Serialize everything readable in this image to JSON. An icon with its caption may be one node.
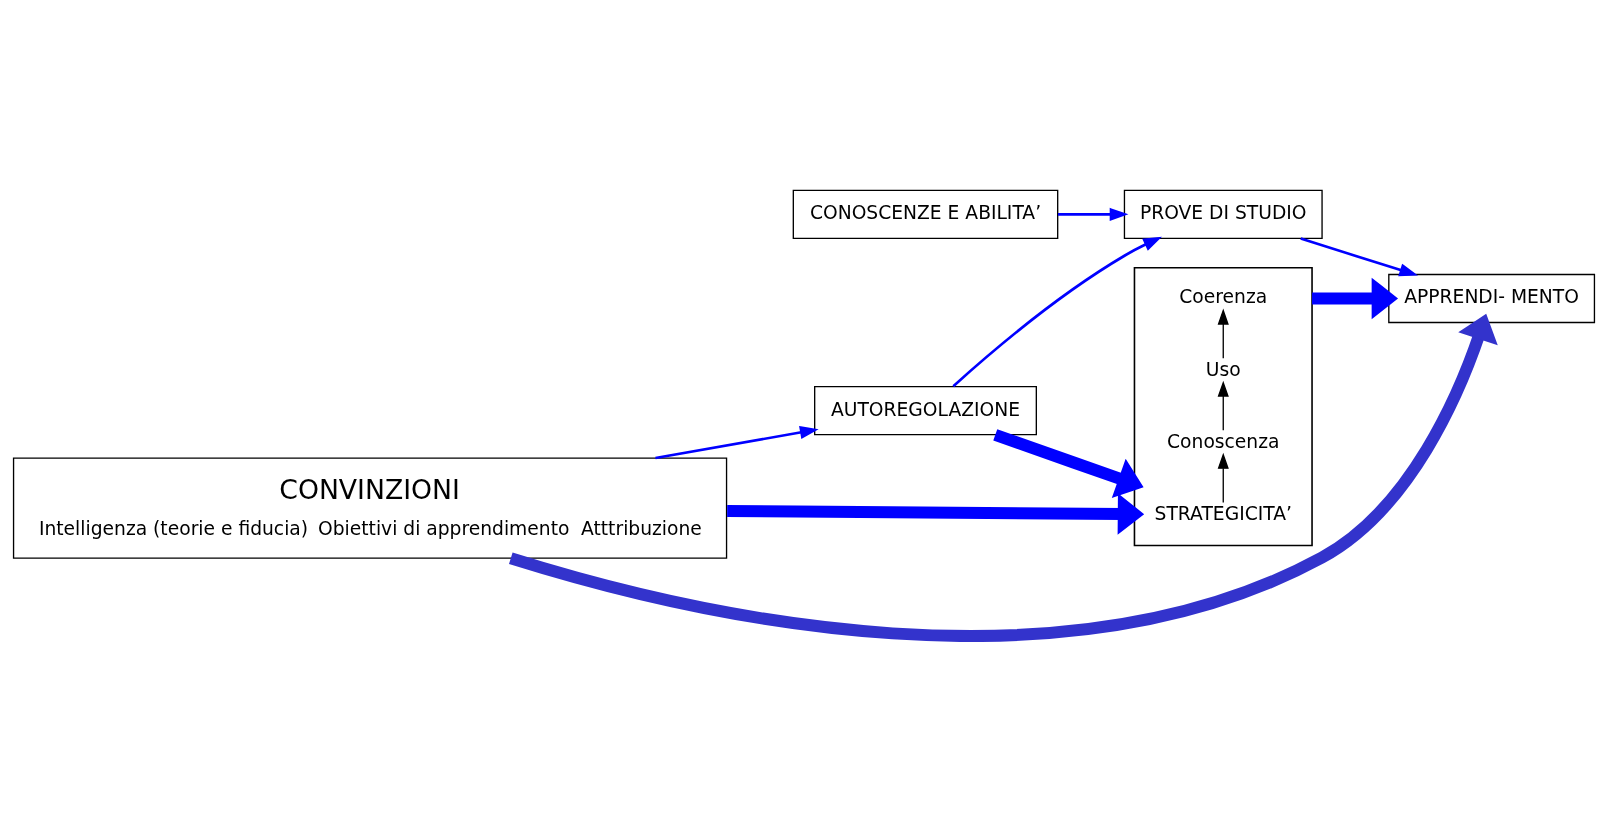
{
  "diagram": {
    "nodes": [
      {
        "text": [
          "CONVINZIONI",
          "Intelligenza (teorie e fiducia)",
          "Obiettivi di apprendimento",
          "Atttribuzione"
        ]
      },
      {
        "text": [
          "AUTOREGOLAZIONE"
        ]
      },
      {
        "text": [
          "CONOSCENZE E ABILITA’"
        ]
      },
      {
        "text": [
          "PROVE DI STUDIO"
        ]
      },
      {
        "text": [
          "APPRENDI- MENTO"
        ]
      },
      {
        "text": [],
        "shape": "box"
      },
      {
        "text": [
          "STRATEGICITA’"
        ],
        "in": 5
      },
      {
        "text": [
          "Conoscenza"
        ],
        "in": 5
      },
      {
        "text": [
          "Uso"
        ],
        "in": 5
      },
      {
        "text": [
          "Coerenza"
        ],
        "in": 5
      }
    ],
    "edges": [
      {
        "from": 0,
        "to": 4,
        "arrow": "to",
        "style": "thick",
        "color": "#3333cc"
      },
      {
        "from": 0,
        "to": 1,
        "arrow": "to"
      },
      {
        "from": 2,
        "to": 3,
        "arrow": "to"
      },
      {
        "from": 1,
        "to": 3,
        "arrow": "to"
      },
      {
        "from": 3,
        "to": 4,
        "arrow": "to"
      },
      {
        "from": 1,
        "to": 5,
        "arrow": "to",
        "style": "thick"
      },
      {
        "from": 0,
        "to": 5,
        "arrow": "to",
        "style": "thick"
      },
      {
        "from": 5,
        "to": 4,
        "arrow": "to",
        "style": "thick"
      },
      {
        "from": 6,
        "to": 7,
        "arrow": "to",
        "color": "#000000"
      },
      {
        "from": 7,
        "to": 8,
        "arrow": "to",
        "color": "#000000"
      },
      {
        "from": 8,
        "to": 9,
        "arrow": "to",
        "color": "#000000"
      }
    ]
  }
}
